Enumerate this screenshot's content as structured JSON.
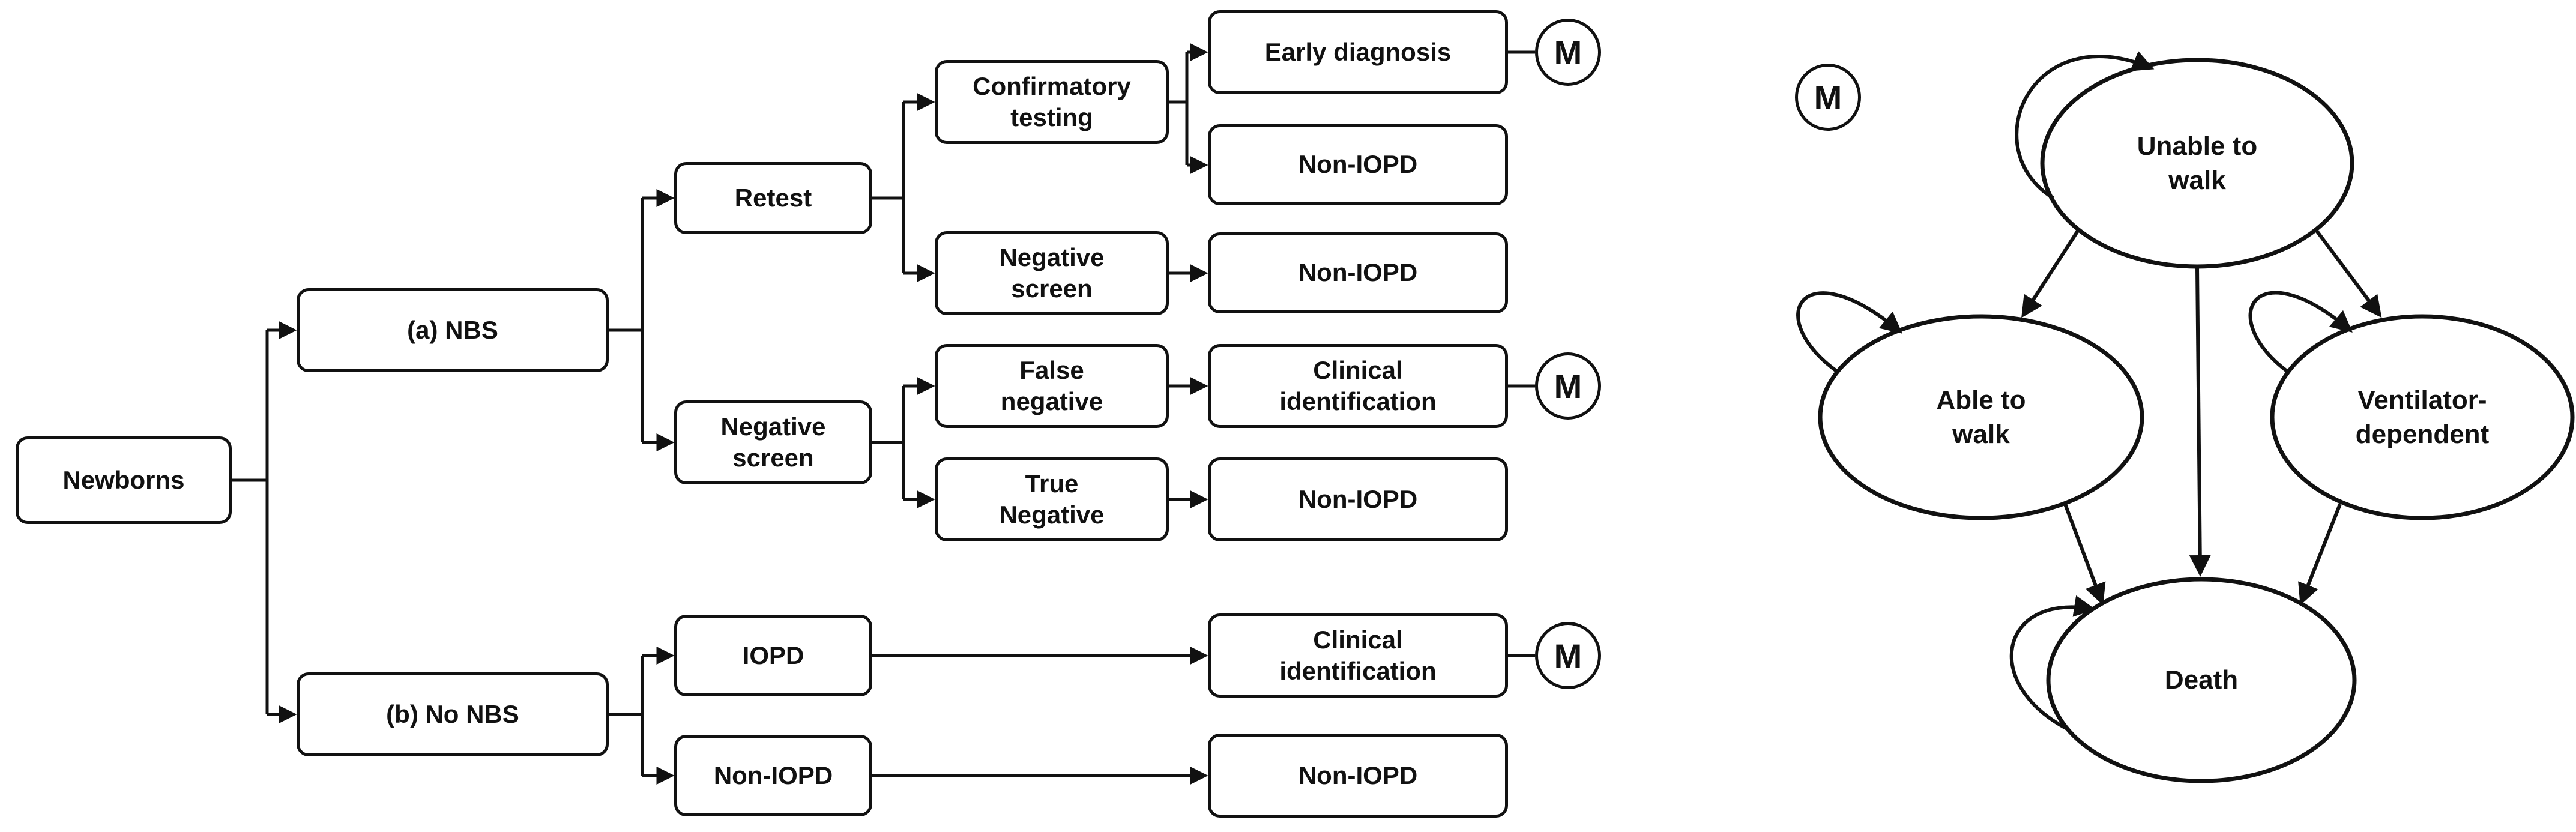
{
  "figure": {
    "background_color": "#ffffff",
    "stroke_color": "#111111"
  },
  "flowchart": {
    "m_label": "M",
    "nodes": {
      "newborns": {
        "label": "Newborns"
      },
      "nbs": {
        "label": "(a) NBS"
      },
      "no_nbs": {
        "label": "(b) No NBS"
      },
      "retest": {
        "label": "Retest"
      },
      "confirmatory": {
        "label": "Confirmatory\ntesting"
      },
      "negative_screen_1": {
        "label": "Negative\nscreen"
      },
      "negative_screen_2": {
        "label": "Negative\nscreen"
      },
      "early_diagnosis": {
        "label": "Early diagnosis"
      },
      "non_iopd_1": {
        "label": "Non-IOPD"
      },
      "non_iopd_2": {
        "label": "Non-IOPD"
      },
      "false_negative": {
        "label": "False\nnegative"
      },
      "clinical_identification_1": {
        "label": "Clinical\nidentification"
      },
      "true_negative": {
        "label": "True\nNegative"
      },
      "non_iopd_3": {
        "label": "Non-IOPD"
      },
      "iopd": {
        "label": "IOPD"
      },
      "clinical_identification_2": {
        "label": "Clinical\nidentification"
      },
      "non_iopd_4": {
        "label": "Non-IOPD"
      },
      "non_iopd_5": {
        "label": "Non-IOPD"
      }
    },
    "edges": [
      {
        "from": "newborns",
        "to": "nbs"
      },
      {
        "from": "newborns",
        "to": "no_nbs"
      },
      {
        "from": "nbs",
        "to": "retest"
      },
      {
        "from": "nbs",
        "to": "negative_screen_2"
      },
      {
        "from": "retest",
        "to": "confirmatory"
      },
      {
        "from": "retest",
        "to": "negative_screen_1"
      },
      {
        "from": "confirmatory",
        "to": "early_diagnosis"
      },
      {
        "from": "confirmatory",
        "to": "non_iopd_1"
      },
      {
        "from": "negative_screen_1",
        "to": "non_iopd_2"
      },
      {
        "from": "negative_screen_2",
        "to": "false_negative"
      },
      {
        "from": "negative_screen_2",
        "to": "true_negative"
      },
      {
        "from": "false_negative",
        "to": "clinical_identification_1"
      },
      {
        "from": "true_negative",
        "to": "non_iopd_3"
      },
      {
        "from": "no_nbs",
        "to": "iopd"
      },
      {
        "from": "no_nbs",
        "to": "non_iopd_4"
      },
      {
        "from": "iopd",
        "to": "clinical_identification_2"
      },
      {
        "from": "non_iopd_4",
        "to": "non_iopd_5"
      },
      {
        "from": "early_diagnosis",
        "to": "markov_model"
      },
      {
        "from": "clinical_identification_1",
        "to": "markov_model"
      },
      {
        "from": "clinical_identification_2",
        "to": "markov_model"
      }
    ]
  },
  "markov": {
    "m_label": "M",
    "states": {
      "unable_to_walk": {
        "label": "Unable to\nwalk"
      },
      "able_to_walk": {
        "label": "Able to\nwalk"
      },
      "ventilator_dependent": {
        "label": "Ventilator-\ndependent"
      },
      "death": {
        "label": "Death"
      }
    },
    "transitions": [
      {
        "from": "unable_to_walk",
        "to": "unable_to_walk"
      },
      {
        "from": "unable_to_walk",
        "to": "able_to_walk"
      },
      {
        "from": "unable_to_walk",
        "to": "ventilator_dependent"
      },
      {
        "from": "unable_to_walk",
        "to": "death"
      },
      {
        "from": "able_to_walk",
        "to": "able_to_walk"
      },
      {
        "from": "able_to_walk",
        "to": "death"
      },
      {
        "from": "ventilator_dependent",
        "to": "ventilator_dependent"
      },
      {
        "from": "ventilator_dependent",
        "to": "death"
      },
      {
        "from": "death",
        "to": "death"
      }
    ]
  }
}
